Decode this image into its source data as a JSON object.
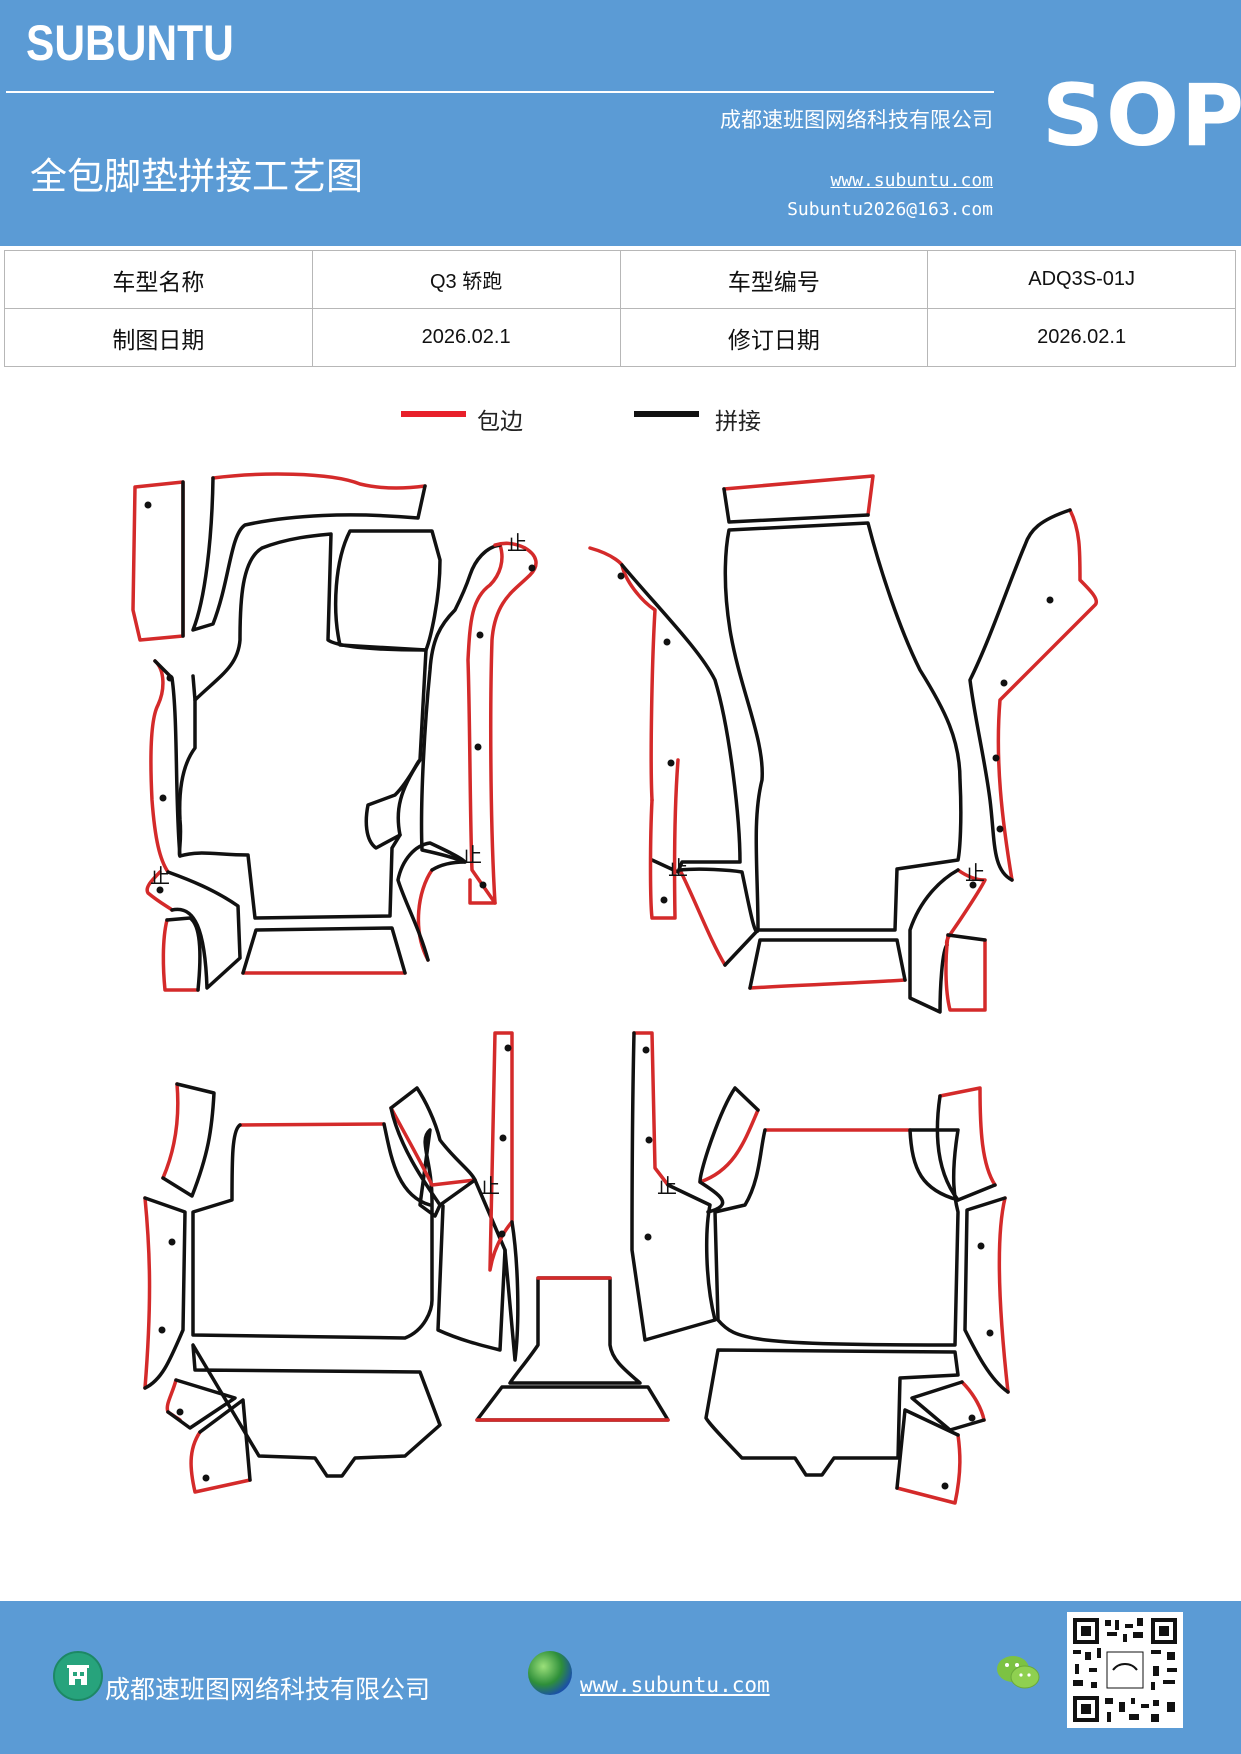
{
  "header": {
    "brand": "SUBUNTU",
    "company": "成都速班图网络科技有限公司",
    "title": "全包脚垫拼接工艺图",
    "website": "www.subuntu.com",
    "email": "Subuntu2026@163.com",
    "badge": "SOP"
  },
  "info_table": {
    "row1": {
      "label1": "车型名称",
      "value1": "Q3  轿跑",
      "label2": "车型编号",
      "value2": "ADQ3S-01J"
    },
    "row2": {
      "label1": "制图日期",
      "value1": "2026.02.1",
      "label2": "修订日期",
      "value2": "2026.02.1"
    }
  },
  "legend": {
    "items": [
      {
        "label": "包边",
        "color": "#e8202a"
      },
      {
        "label": "拼接",
        "color": "#111111"
      }
    ]
  },
  "diagram": {
    "stop_mark": "止",
    "edge_color": "#d42a2a",
    "seam_color": "#111111"
  },
  "footer": {
    "company": "成都速班图网络科技有限公司",
    "website": "www.subuntu.com ",
    "icons": [
      "building-icon",
      "globe-icon",
      "wechat-icon",
      "qr-code"
    ]
  }
}
